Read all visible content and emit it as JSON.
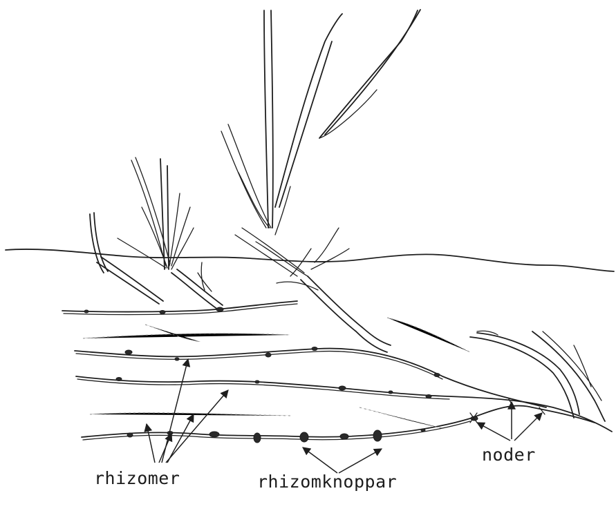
{
  "labels": {
    "rhizomes": "rhizomer",
    "rhizome_buds": "rhizomknoppar",
    "nodes": "noder"
  }
}
